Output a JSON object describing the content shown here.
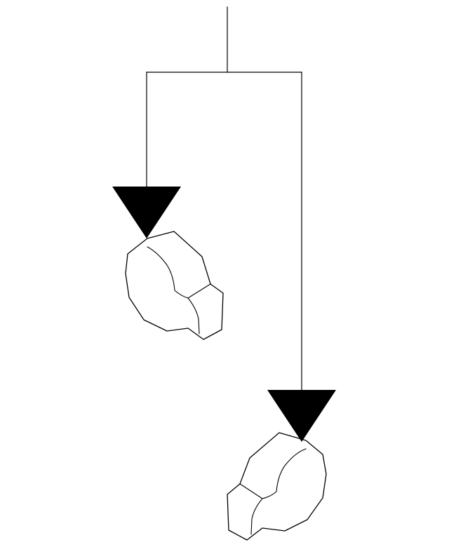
{
  "diagram": {
    "type": "parts-callout-diagram",
    "line_color": "#000000",
    "background_color": "#ffffff",
    "arrow_color": "#000000",
    "parts": [
      {
        "id": "cap-left",
        "icon": "plug-cap-icon",
        "arrow_icon": "triangle-down-icon"
      },
      {
        "id": "cap-right",
        "icon": "plug-cap-icon",
        "arrow_icon": "triangle-down-icon"
      }
    ]
  }
}
